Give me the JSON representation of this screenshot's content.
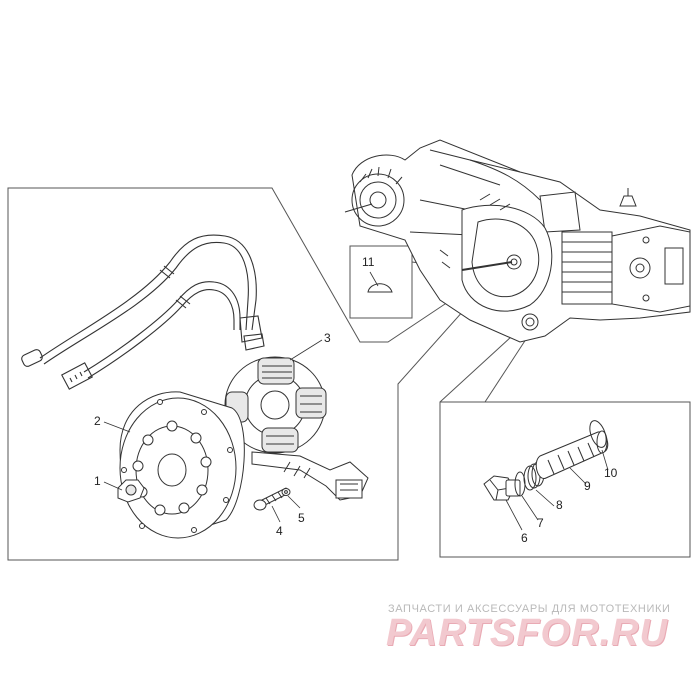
{
  "diagram": {
    "callouts": {
      "p1": "1",
      "p2": "2",
      "p3": "3",
      "p4": "4",
      "p5": "5",
      "p6": "6",
      "p7": "7",
      "p8": "8",
      "p9": "9",
      "p10": "10",
      "p11": "11"
    }
  },
  "watermark": {
    "tagline": "ЗАПЧАСТИ И АКСЕССУАРЫ ДЛЯ МОТОТЕХНИКИ",
    "brand": "PARTSFOR.RU",
    "color": "#f2c9cf"
  }
}
